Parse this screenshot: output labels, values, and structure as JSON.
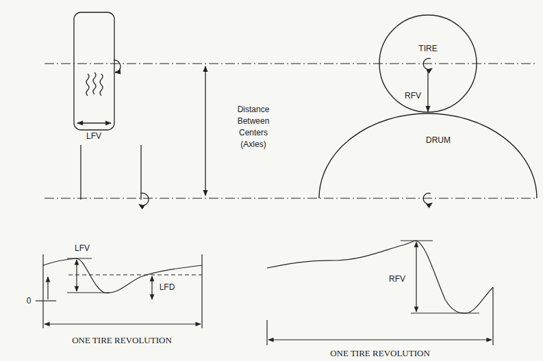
{
  "diagram": {
    "nodes": [
      {
        "text": [
          "TIRE"
        ]
      },
      {
        "text": [
          "DRUM"
        ]
      }
    ],
    "labels": [
      "LFV",
      "Distance Between Centers (Axles)",
      "RFV",
      "LFV",
      "LFD",
      "0",
      "ONE TIRE REVOLUTION",
      "RFV",
      "ONE TIRE REVOLUTION"
    ]
  }
}
